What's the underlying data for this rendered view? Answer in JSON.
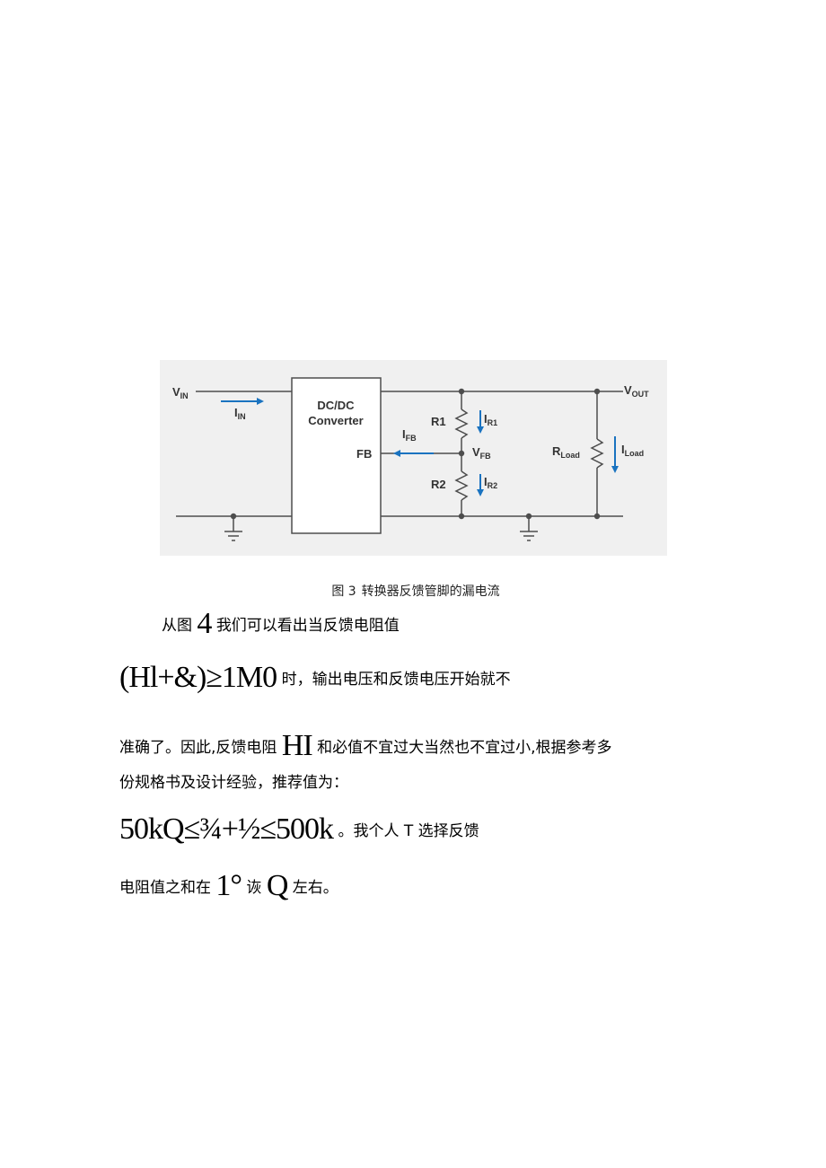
{
  "figure": {
    "background": "#f0f0f0",
    "wire_color": "#4d4d4d",
    "arrow_color": "#1a73c0",
    "block_title_line1": "DC/DC",
    "block_title_line2": "Converter",
    "fb_pin": "FB",
    "vin": "V",
    "vin_sub": "IN",
    "iin": "I",
    "iin_sub": "IN",
    "ifb": "I",
    "ifb_sub": "FB",
    "r1": "R1",
    "ir1": "I",
    "ir1_sub": "R1",
    "vfb": "V",
    "vfb_sub": "FB",
    "r2": "R2",
    "ir2": "I",
    "ir2_sub": "R2",
    "vout": "V",
    "vout_sub": "OUT",
    "rload": "R",
    "rload_sub": "Load",
    "iload": "I",
    "iload_sub": "Load"
  },
  "caption": {
    "label": "图 3",
    "text": "转换器反馈管脚的漏电流"
  },
  "paragraph": {
    "line1_a": "从图",
    "line1_num": "4",
    "line1_b": "我们可以看出当反馈电阻值",
    "line2_formula": "(Hl+&)≥1M0",
    "line2_b": "时，输出电压和反馈电压开始就不",
    "line3_a": "准确了。因此,反馈电阻",
    "line3_formula": "HI",
    "line3_b": "和必值不宜过大当然也不宜过小,根据参考多",
    "line4": "份规格书及设计经验，推荐值为：",
    "line5_formula": "50kQ≤¾+½≤500k",
    "line5_b": "。我个人 T 选择反馈",
    "line6_a": "电阻值之和在",
    "line6_formula1": "1°",
    "line6_b": "诙",
    "line6_formula2": "Q",
    "line6_c": "左右。"
  }
}
